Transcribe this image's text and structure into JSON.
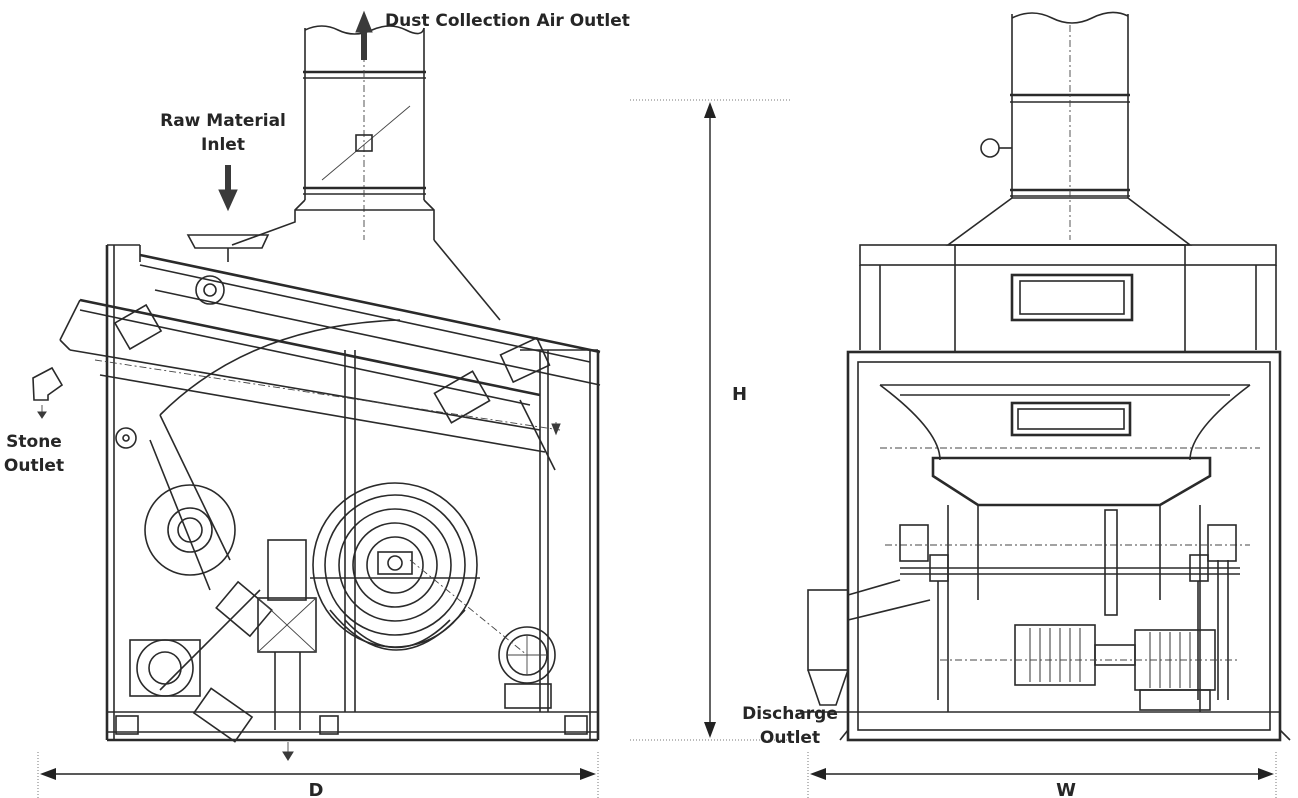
{
  "labels": {
    "dust_outlet": "Dust Collection Air Outlet",
    "raw_inlet_line1": "Raw Material",
    "raw_inlet_line2": "Inlet",
    "stone_outlet_line1": "Stone",
    "stone_outlet_line2": "Outlet",
    "discharge_line1": "Discharge",
    "discharge_line2": "Outlet"
  },
  "dimensions": {
    "depth": "D",
    "height": "H",
    "width": "W"
  },
  "colors": {
    "line": "#2a2a2a",
    "text": "#262626",
    "background": "#ffffff"
  }
}
